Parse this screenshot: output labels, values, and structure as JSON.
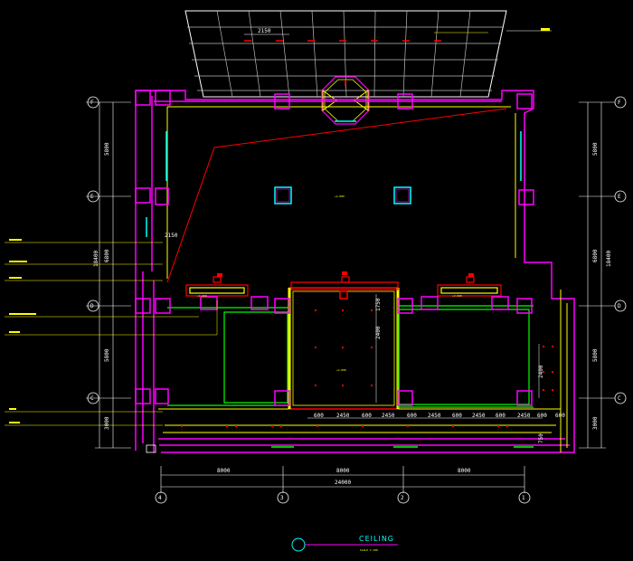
{
  "drawing": {
    "title": "CEILING",
    "scale": "SCALE 1:100",
    "dims_bottom_spans": [
      "8000",
      "8000",
      "8000"
    ],
    "dim_bottom_total": "24000",
    "dims_left_spans": [
      "5800",
      "6800",
      "5800",
      "3000"
    ],
    "dim_left_total": "18400",
    "dims_right_spans": [
      "5800",
      "6800",
      "5800",
      "3000"
    ],
    "dim_right_total": "18400",
    "dims_bay_row": [
      "600",
      "2450",
      "600",
      "2450",
      "600",
      "2450",
      "600",
      "2450",
      "600",
      "2450",
      "600"
    ],
    "dim_top_canopy": "2150",
    "dim_center_vertical": "2400",
    "dim_right_vertical": "2400",
    "dim_center_upper": "1750",
    "dim_left_small": "2150",
    "dim_right_small_a": "600",
    "dim_right_small_b": "750",
    "axes_left": [
      "F",
      "E",
      "D",
      "C"
    ],
    "axes_right": [
      "F",
      "E",
      "D",
      "C"
    ],
    "axes_bottom": [
      "4",
      "3",
      "2",
      "1"
    ],
    "level_tags": [
      "+2.800",
      "+2.800",
      "+2.800",
      "+2.800"
    ]
  },
  "colors": {
    "background": "#000000",
    "wall": "#ff00ff",
    "ceiling_line": "#ffff00",
    "grid": "#ffffff",
    "accent_red": "#ff0000",
    "accent_green": "#00ff00",
    "accent_cyan": "#00ffff"
  }
}
